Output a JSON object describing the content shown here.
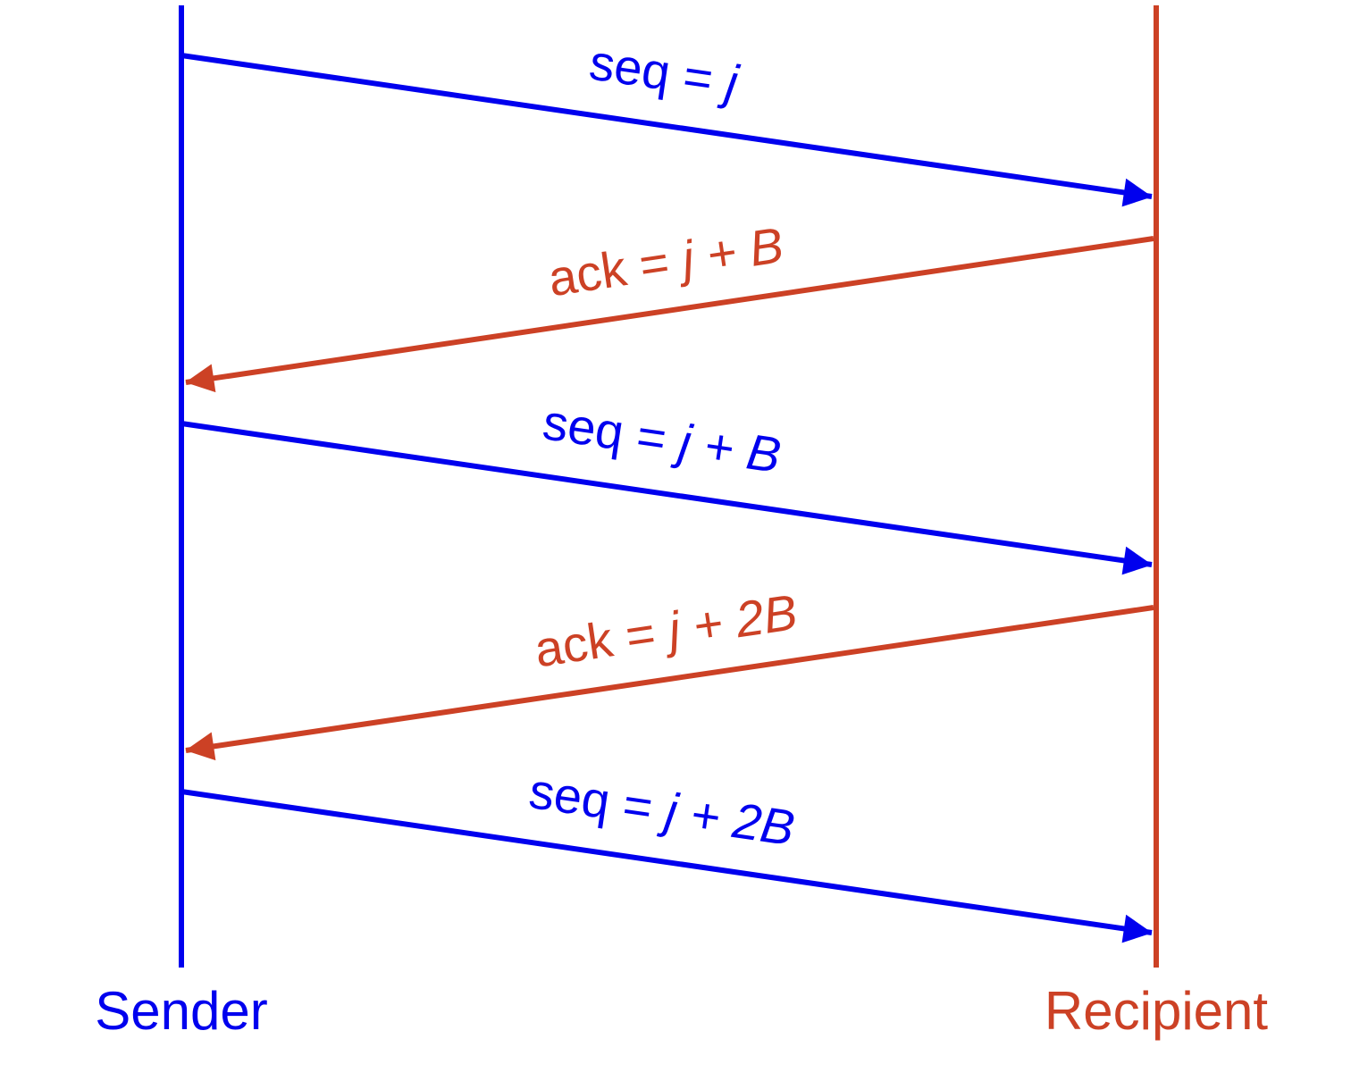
{
  "colors": {
    "sender": "#0000ee",
    "recipient": "#cc4125"
  },
  "parties": {
    "sender": "Sender",
    "recipient": "Recipient"
  },
  "messages": [
    {
      "direction": "sender-to-recipient",
      "name": "seq",
      "op": " = ",
      "value": "j"
    },
    {
      "direction": "recipient-to-sender",
      "name": "ack",
      "op": " = ",
      "value": "j + B"
    },
    {
      "direction": "sender-to-recipient",
      "name": "seq",
      "op": " = ",
      "value": "j + B"
    },
    {
      "direction": "recipient-to-sender",
      "name": "ack",
      "op": " = ",
      "value": "j + 2B"
    },
    {
      "direction": "sender-to-recipient",
      "name": "seq",
      "op": " = ",
      "value": "j + 2B"
    }
  ]
}
